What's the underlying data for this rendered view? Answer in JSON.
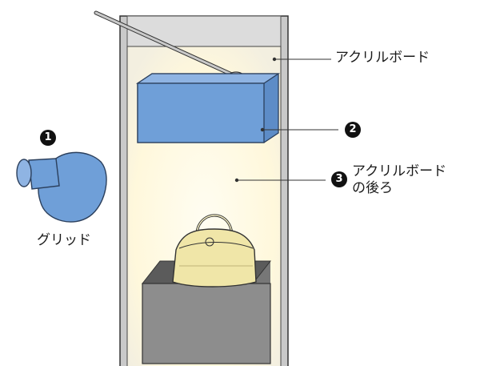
{
  "labels": {
    "acrylic_board": "アクリルボード",
    "behind_acrylic_line1": "アクリルボード",
    "behind_acrylic_line2": "の後ろ",
    "grid": "グリッド"
  },
  "badges": {
    "one": "1",
    "two": "2",
    "three": "3"
  },
  "colors": {
    "case_frame": "#c8c8c8",
    "case_outline": "#333333",
    "light_glow": "#fffbe6",
    "acrylic_board_fill": "#6f9fd8",
    "grid_fill": "#6f9fd8",
    "bag_fill": "#f0e6a8",
    "pedestal_fill": "#8d8d8d"
  }
}
